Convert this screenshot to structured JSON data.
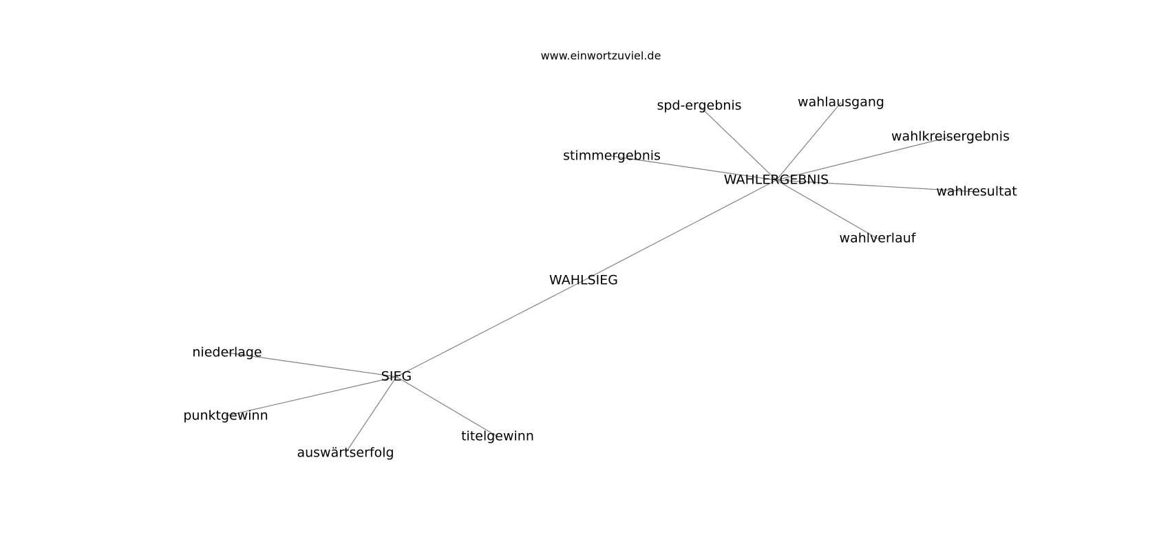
{
  "watermark": "www.einwortzuviel.de",
  "graph": {
    "nodes": [
      {
        "id": "wahlsieg",
        "label": "WAHLSIEG"
      },
      {
        "id": "wahlergebnis",
        "label": "WAHLERGEBNIS"
      },
      {
        "id": "sieg",
        "label": "SIEG"
      },
      {
        "id": "spd-ergebnis",
        "label": "spd-ergebnis"
      },
      {
        "id": "wahlausgang",
        "label": "wahlausgang"
      },
      {
        "id": "wahlkreisergebnis",
        "label": "wahlkreisergebnis"
      },
      {
        "id": "stimmergebnis",
        "label": "stimmergebnis"
      },
      {
        "id": "wahlresultat",
        "label": "wahlresultat"
      },
      {
        "id": "wahlverlauf",
        "label": "wahlverlauf"
      },
      {
        "id": "niederlage",
        "label": "niederlage"
      },
      {
        "id": "punktgewinn",
        "label": "punktgewinn"
      },
      {
        "id": "auswaertserfolg",
        "label": "auswärtserfolg"
      },
      {
        "id": "titelgewinn",
        "label": "titelgewinn"
      }
    ],
    "edges": [
      {
        "from": "wahlsieg",
        "to": "wahlergebnis"
      },
      {
        "from": "wahlsieg",
        "to": "sieg"
      },
      {
        "from": "wahlergebnis",
        "to": "spd-ergebnis"
      },
      {
        "from": "wahlergebnis",
        "to": "wahlausgang"
      },
      {
        "from": "wahlergebnis",
        "to": "wahlkreisergebnis"
      },
      {
        "from": "wahlergebnis",
        "to": "stimmergebnis"
      },
      {
        "from": "wahlergebnis",
        "to": "wahlresultat"
      },
      {
        "from": "wahlergebnis",
        "to": "wahlverlauf"
      },
      {
        "from": "sieg",
        "to": "niederlage"
      },
      {
        "from": "sieg",
        "to": "punktgewinn"
      },
      {
        "from": "sieg",
        "to": "auswaertserfolg"
      },
      {
        "from": "sieg",
        "to": "titelgewinn"
      }
    ]
  }
}
